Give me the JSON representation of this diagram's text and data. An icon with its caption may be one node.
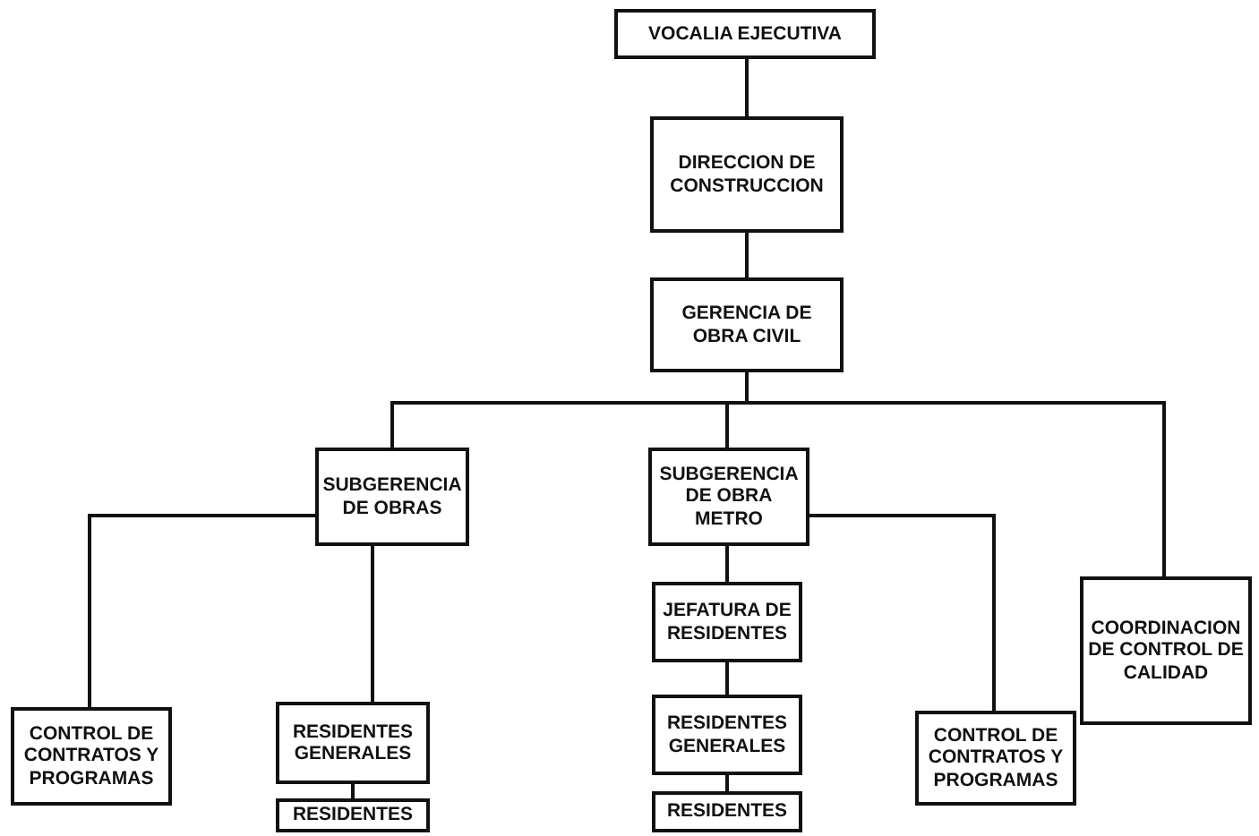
{
  "diagram": {
    "nodes": [
      {
        "text": [
          "VOCALIA EJECUTIVA"
        ]
      },
      {
        "text": [
          "DIRECCION DE CONSTRUCCION"
        ]
      },
      {
        "text": [
          "GERENCIA DE OBRA CIVIL"
        ]
      },
      {
        "text": [
          "SUBGERENCIA DE OBRAS"
        ]
      },
      {
        "text": [
          "SUBGERENCIA DE OBRA METRO"
        ]
      },
      {
        "text": [
          "COORDINACION DE CONTROL DE CALIDAD"
        ]
      },
      {
        "text": [
          "JEFATURA DE RESIDENTES"
        ]
      },
      {
        "text": [
          "CONTROL DE CONTRATOS Y PROGRAMAS"
        ]
      },
      {
        "text": [
          "RESIDENTES GENERALES"
        ]
      },
      {
        "text": [
          "RESIDENTES GENERALES"
        ]
      },
      {
        "text": [
          "CONTROL DE CONTRATOS Y PROGRAMAS"
        ]
      },
      {
        "text": [
          "RESIDENTES"
        ]
      },
      {
        "text": [
          "RESIDENTES"
        ]
      }
    ],
    "edges": [
      {
        "from": 0,
        "to": 1,
        "arrow": "none"
      },
      {
        "from": 1,
        "to": 2,
        "arrow": "none"
      },
      {
        "from": 2,
        "to": 3,
        "arrow": "none"
      },
      {
        "from": 2,
        "to": 4,
        "arrow": "none"
      },
      {
        "from": 2,
        "to": 5,
        "arrow": "none"
      },
      {
        "from": 3,
        "to": 7,
        "arrow": "none"
      },
      {
        "from": 3,
        "to": 8,
        "arrow": "none"
      },
      {
        "from": 4,
        "to": 6,
        "arrow": "none"
      },
      {
        "from": 4,
        "to": 10,
        "arrow": "none"
      },
      {
        "from": 6,
        "to": 9,
        "arrow": "none"
      },
      {
        "from": 9,
        "to": 12,
        "arrow": "none"
      },
      {
        "from": 8,
        "to": 11,
        "arrow": "none"
      }
    ]
  }
}
